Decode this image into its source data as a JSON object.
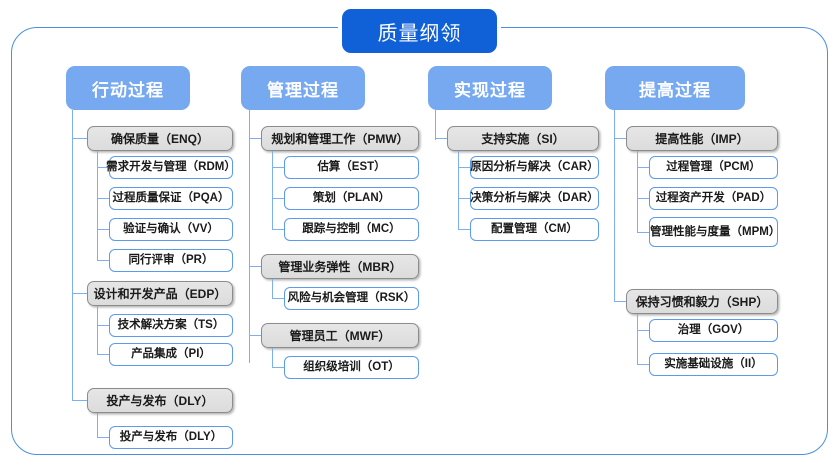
{
  "title": "质量纲领",
  "columns": [
    {
      "header": "行动过程",
      "groups": [
        {
          "label": "确保质量（ENQ）",
          "items": [
            "需求开发与管理（RDM）",
            "过程质量保证（PQA）",
            "验证与确认（VV）",
            "同行评审（PR）"
          ]
        },
        {
          "label": "设计和开发产品（EDP）",
          "items": [
            "技术解决方案（TS）",
            "产品集成（PI）"
          ]
        },
        {
          "label": "投产与发布（DLY）",
          "items": [
            "投产与发布（DLY）"
          ]
        }
      ]
    },
    {
      "header": "管理过程",
      "groups": [
        {
          "label": "规划和管理工作（PMW）",
          "items": [
            "估算（EST）",
            "策划（PLAN）",
            "跟踪与控制（MC）"
          ]
        },
        {
          "label": "管理业务弹性（MBR）",
          "items": [
            "风险与机会管理（RSK）"
          ]
        },
        {
          "label": "管理员工（MWF）",
          "items": [
            "组织级培训（OT）"
          ]
        }
      ]
    },
    {
      "header": "实现过程",
      "groups": [
        {
          "label": "支持实施（SI）",
          "items": [
            "原因分析与解决（CAR）",
            "决策分析与解决（DAR）",
            "配置管理（CM）"
          ]
        }
      ]
    },
    {
      "header": "提高过程",
      "groups": [
        {
          "label": "提高性能（IMP）",
          "items": [
            "过程管理（PCM）",
            "过程资产开发（PAD）",
            "管理性能与度量（MPM）"
          ]
        },
        {
          "label": "保持习惯和毅力（SHP）",
          "items": [
            "治理（GOV）",
            "实施基础设施（II）"
          ]
        }
      ]
    }
  ],
  "colors": {
    "title_bg": "#1060d8",
    "header_bg": "#77a9f0",
    "frame_border": "#4a90e2",
    "connector": "#7cb0ef",
    "group_bg": "#e2e2e2",
    "group_border": "#8c8c8c",
    "leaf_border": "#5b9bea",
    "page_bg": "#ffffff"
  }
}
